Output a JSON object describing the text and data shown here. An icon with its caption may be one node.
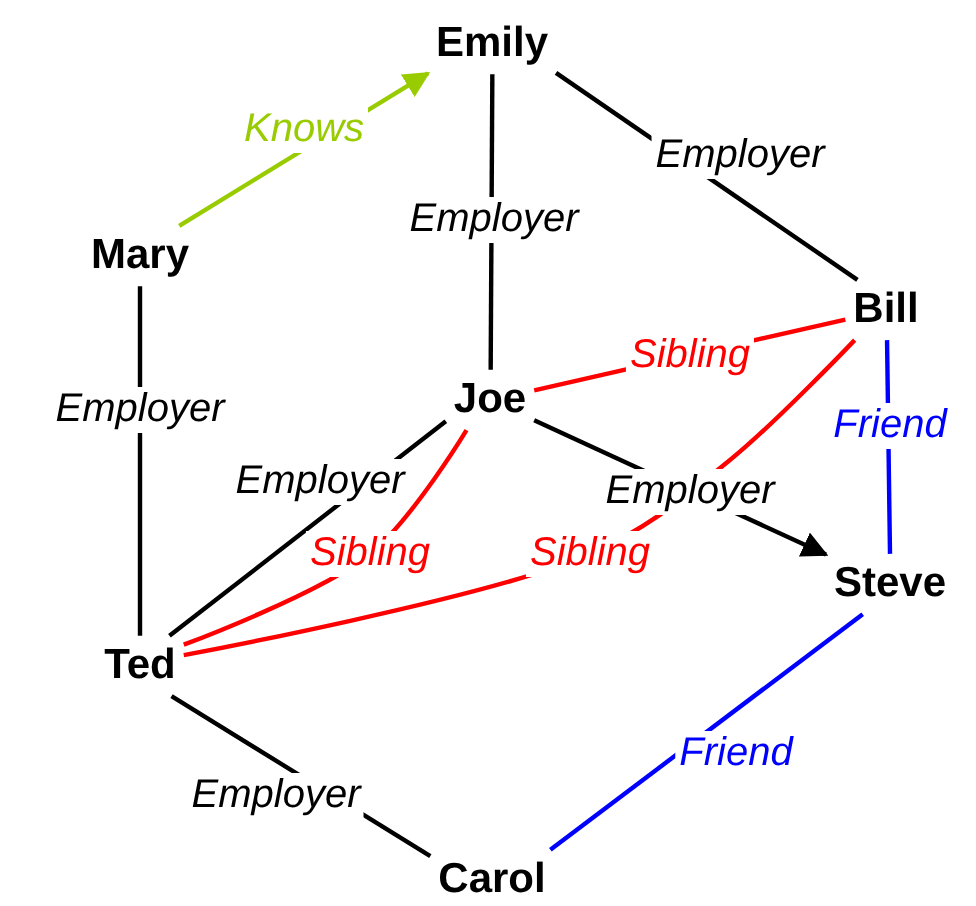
{
  "diagram": {
    "nodes": [
      {
        "text": [
          "Emily"
        ]
      },
      {
        "text": [
          "Mary"
        ]
      },
      {
        "text": [
          "Bill"
        ]
      },
      {
        "text": [
          "Joe"
        ]
      },
      {
        "text": [
          "Steve"
        ]
      },
      {
        "text": [
          "Ted"
        ]
      },
      {
        "text": [
          "Carol"
        ]
      }
    ],
    "edges": [
      {
        "from": 1,
        "to": 0,
        "arrow": "to",
        "label": "Knows",
        "color": "#99cc00"
      },
      {
        "from": 0,
        "to": 2,
        "arrow": "none",
        "label": "Employer"
      },
      {
        "from": 0,
        "to": 3,
        "arrow": "none",
        "label": "Employer"
      },
      {
        "from": 1,
        "to": 5,
        "arrow": "none",
        "label": "Employer"
      },
      {
        "from": 3,
        "to": 2,
        "arrow": "none",
        "label": "Sibling",
        "color": "#ff0000"
      },
      {
        "from": 3,
        "to": 5,
        "arrow": "none",
        "label": "Employer"
      },
      {
        "from": 3,
        "to": 4,
        "arrow": "to",
        "label": "Employer"
      },
      {
        "from": 5,
        "to": 3,
        "arrow": "none",
        "label": "Sibling",
        "color": "#ff0000"
      },
      {
        "from": 5,
        "to": 2,
        "arrow": "none",
        "label": "Sibling",
        "color": "#ff0000"
      },
      {
        "from": 2,
        "to": 4,
        "arrow": "none",
        "label": "Friend",
        "color": "#0000ff"
      },
      {
        "from": 4,
        "to": 6,
        "arrow": "none",
        "label": "Friend",
        "color": "#0000ff"
      },
      {
        "from": 5,
        "to": 6,
        "arrow": "none",
        "label": "Employer"
      }
    ]
  }
}
